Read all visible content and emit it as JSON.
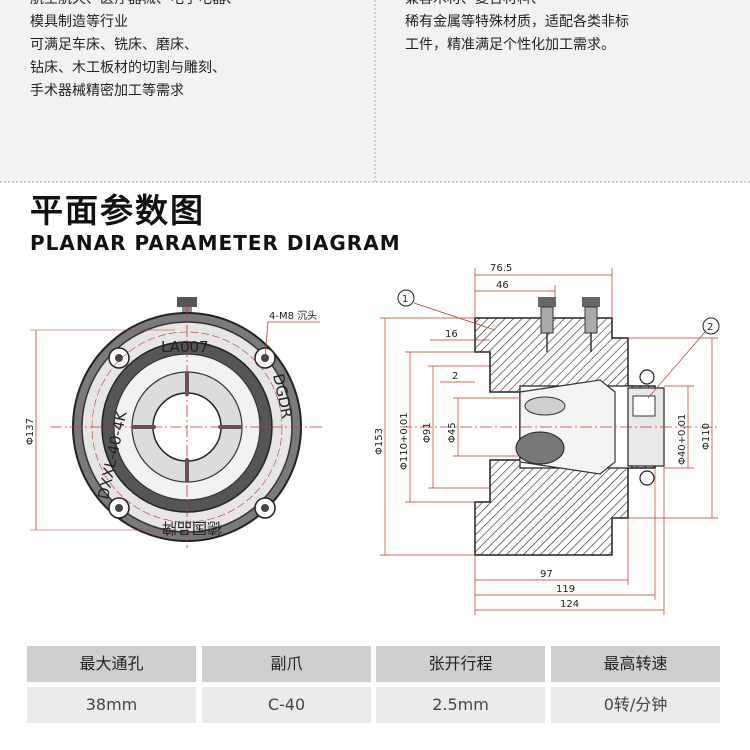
{
  "intro": {
    "left_lines": [
      "航空航天、医疗器械、电子电器、",
      "模具制造等行业",
      "可满足车床、铣床、磨床、",
      "钻床、木工板材的切割与雕刻、",
      "手术器械精密加工等需求"
    ],
    "right_lines": [
      "兼容木材、复合材料、",
      "稀有金属等特殊材质，适配各类非标",
      "工件，精准满足个性化加工需求。"
    ]
  },
  "section": {
    "title_cn": "平面参数图",
    "title_en": "PLANAR PARAMETER DIAGRAM"
  },
  "drawing": {
    "front": {
      "hole_label": "4-M8 沉头",
      "dia_label": "Φ137",
      "top_text": "LA007",
      "left_text": "DXXL-40-4K",
      "right_text": "DGDR",
      "bottom_text": "德国品牌"
    },
    "side": {
      "dims_top": [
        "76.5",
        "46"
      ],
      "dims_left": [
        "16",
        "2"
      ],
      "dims_dia": [
        "Φ153",
        "Φ110+0.01",
        "Φ91",
        "Φ45"
      ],
      "dims_right": [
        "Φ40+0.01",
        "Φ110"
      ],
      "dims_bottom": [
        "97",
        "119",
        "124"
      ],
      "callouts": [
        "1",
        "2"
      ]
    }
  },
  "specs": {
    "headers": [
      "最大通孔",
      "副爪",
      "张开行程",
      "最高转速"
    ],
    "values": [
      "38mm",
      "C-40",
      "2.5mm",
      "0转/分钟"
    ]
  }
}
